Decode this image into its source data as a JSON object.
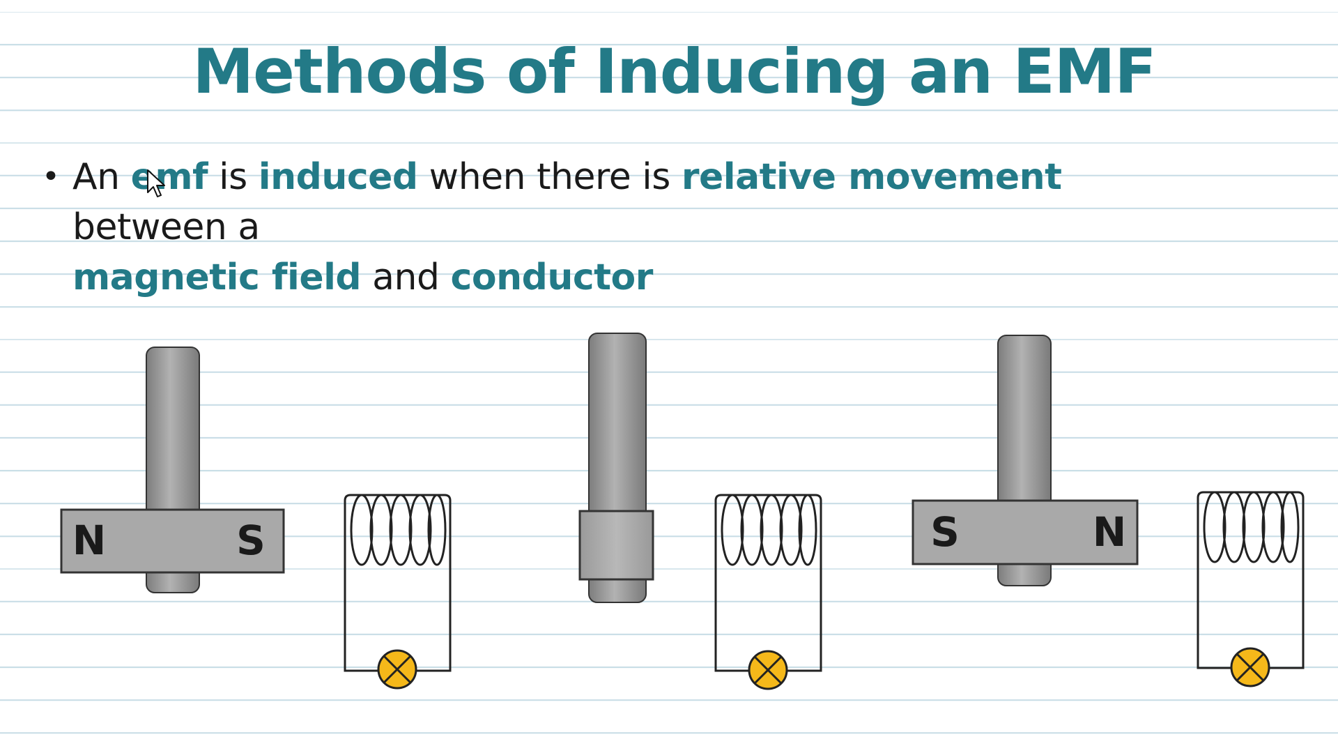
{
  "colors": {
    "accent": "#237a87",
    "lamp": "#f5b81a",
    "magnet": "#a8a8a8"
  },
  "slide": {
    "title": "Methods of Inducing an EMF",
    "bullet": {
      "marker": "•",
      "parts": [
        {
          "text": "An ",
          "highlight": false
        },
        {
          "text": "emf",
          "highlight": true
        },
        {
          "text": " is ",
          "highlight": false
        },
        {
          "text": "induced",
          "highlight": true
        },
        {
          "text": " when there is ",
          "highlight": false
        },
        {
          "text": "relative movement",
          "highlight": true
        },
        {
          "text": " between a ",
          "highlight": false
        },
        {
          "text": "magnetic field",
          "highlight": true
        },
        {
          "text": " and ",
          "highlight": false
        },
        {
          "text": "conductor",
          "highlight": true
        }
      ]
    }
  },
  "diagrams": {
    "d1": {
      "left_pole": "N",
      "right_pole": "S",
      "lamp_icon": "bulb-icon"
    },
    "d2": {
      "lamp_icon": "bulb-icon"
    },
    "d3": {
      "left_pole": "S",
      "right_pole": "N",
      "lamp_icon": "bulb-icon"
    }
  }
}
